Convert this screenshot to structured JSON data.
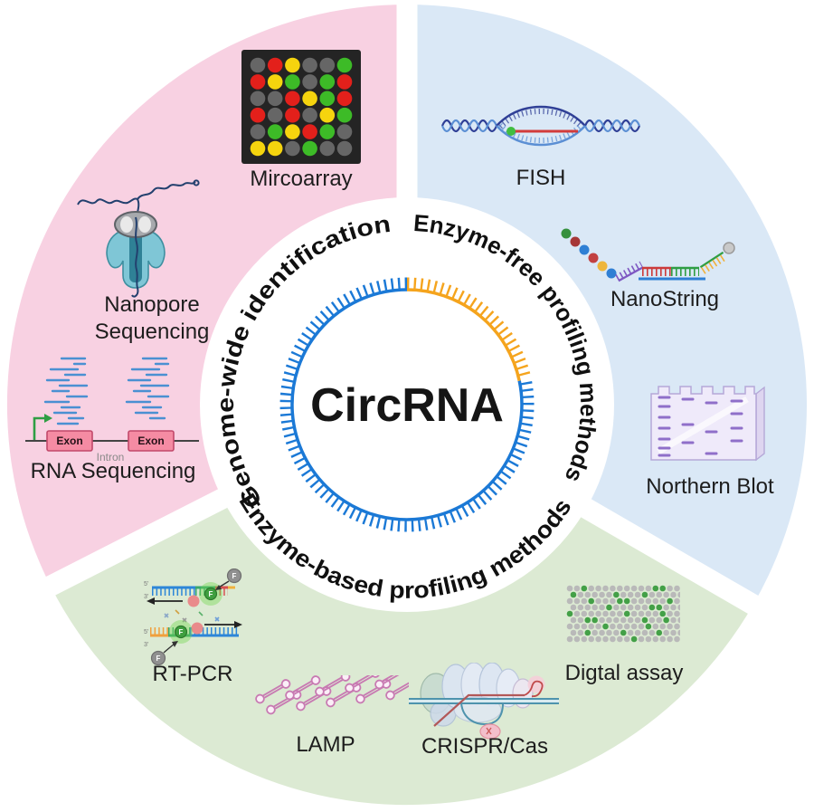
{
  "title": {
    "center": "CircRNA"
  },
  "sectors": [
    {
      "name": "genome-wide-identification",
      "label": "Genome-wide identification",
      "color": "#f8d1e2"
    },
    {
      "name": "enzyme-free-profiling",
      "label": "Enzyme-free profiling methods",
      "color": "#dae8f6"
    },
    {
      "name": "enzyme-based-profiling",
      "label": "Enzyme-based profiling methods",
      "color": "#dcead3"
    }
  ],
  "methods": {
    "microarray": {
      "label": "Mircoarray"
    },
    "nanopore": {
      "label_line1": "Nanopore",
      "label_line2": "Sequencing"
    },
    "rna_seq": {
      "label": "RNA Sequencing",
      "exon": "Exon",
      "intron": "Intron"
    },
    "fish": {
      "label": "FISH"
    },
    "nanostring": {
      "label": "NanoString"
    },
    "northern_blot": {
      "label": "Northern Blot"
    },
    "rtpcr": {
      "label": "RT-PCR",
      "fluorophore": "F",
      "five_prime": "5'",
      "three_prime": "3'"
    },
    "lamp": {
      "label": "LAMP"
    },
    "crispr": {
      "label": "CRISPR/Cas"
    },
    "digital_assay": {
      "label": "Digtal assay"
    }
  },
  "colors": {
    "sector_pink": "#f8d1e2",
    "sector_blue": "#dae8f6",
    "sector_green": "#dcead3",
    "ring_blue": "#1b79d6",
    "ring_orange": "#f5a41d",
    "text": "#1d1d1d"
  },
  "microarray_grid": {
    "palette": {
      "K": "#666666",
      "R": "#e3201b",
      "Y": "#f5d40e",
      "G": "#3dbb27"
    },
    "rows": [
      "KRYKKG",
      "RYGKGR",
      "KKRYGR",
      "RKRKYG",
      "KGYRGK",
      "YYKGKK"
    ]
  },
  "digital_assay_grid": {
    "cols": 16,
    "rows": 9,
    "dot_color": "#b9b9b9",
    "green_color": "#43a047",
    "green_cells": [
      [
        0,
        2
      ],
      [
        0,
        12
      ],
      [
        0,
        13
      ],
      [
        1,
        0
      ],
      [
        1,
        6
      ],
      [
        1,
        10
      ],
      [
        2,
        3
      ],
      [
        2,
        7
      ],
      [
        2,
        8
      ],
      [
        2,
        14
      ],
      [
        3,
        5
      ],
      [
        3,
        11
      ],
      [
        3,
        12
      ],
      [
        4,
        0
      ],
      [
        4,
        8
      ],
      [
        4,
        13
      ],
      [
        5,
        2
      ],
      [
        5,
        3
      ],
      [
        5,
        10
      ],
      [
        5,
        13
      ],
      [
        6,
        5
      ],
      [
        6,
        11
      ],
      [
        7,
        2
      ],
      [
        7,
        7
      ],
      [
        7,
        12
      ],
      [
        8,
        9
      ]
    ]
  }
}
